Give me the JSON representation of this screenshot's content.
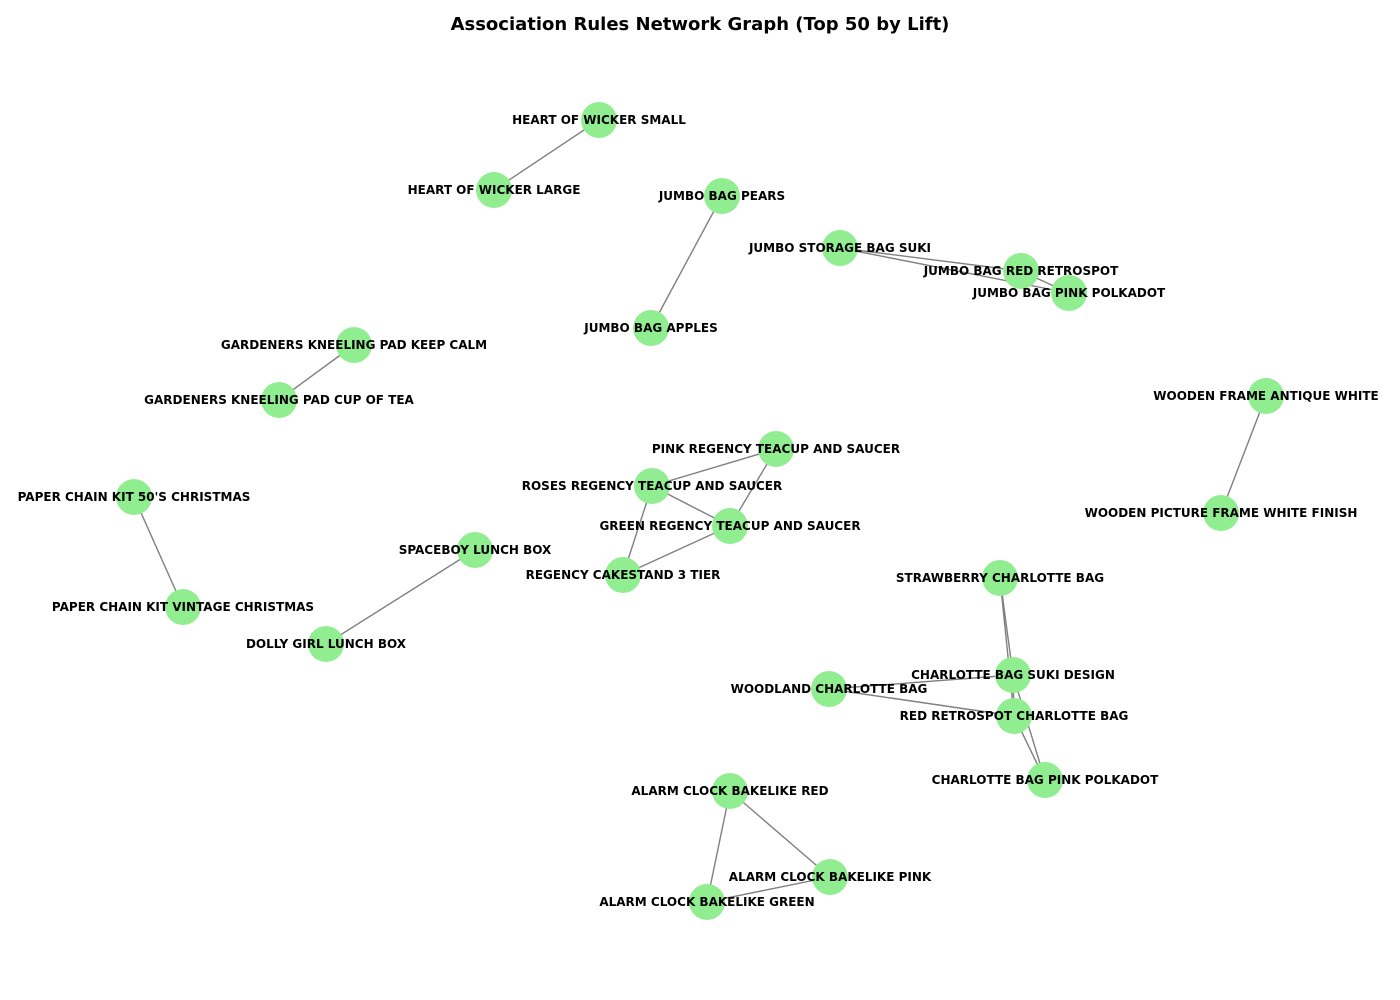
{
  "title": "Association Rules Network Graph (Top 50 by Lift)",
  "colors": {
    "node_fill": "#90ee90",
    "edge": "#7f7f7f",
    "label": "#000000",
    "background": "#ffffff"
  },
  "nodes": [
    {
      "id": "HEART OF WICKER SMALL",
      "label": "HEART OF WICKER SMALL"
    },
    {
      "id": "HEART OF WICKER LARGE",
      "label": "HEART OF WICKER LARGE"
    },
    {
      "id": "JUMBO BAG PEARS",
      "label": "JUMBO BAG PEARS"
    },
    {
      "id": "JUMBO BAG APPLES",
      "label": "JUMBO BAG APPLES"
    },
    {
      "id": "JUMBO STORAGE BAG SUKI",
      "label": "JUMBO STORAGE BAG SUKI"
    },
    {
      "id": "JUMBO BAG RED RETROSPOT",
      "label": "JUMBO BAG RED RETROSPOT"
    },
    {
      "id": "JUMBO BAG PINK POLKADOT",
      "label": "JUMBO BAG PINK POLKADOT"
    },
    {
      "id": "GARDENERS KNEELING PAD KEEP CALM",
      "label": "GARDENERS KNEELING PAD KEEP CALM"
    },
    {
      "id": "GARDENERS KNEELING PAD CUP OF TEA",
      "label": "GARDENERS KNEELING PAD CUP OF TEA"
    },
    {
      "id": "WOODEN FRAME ANTIQUE WHITE",
      "label": "WOODEN FRAME ANTIQUE WHITE"
    },
    {
      "id": "WOODEN PICTURE FRAME WHITE FINISH",
      "label": "WOODEN PICTURE FRAME WHITE FINISH"
    },
    {
      "id": "PINK REGENCY TEACUP AND SAUCER",
      "label": "PINK REGENCY TEACUP AND SAUCER"
    },
    {
      "id": "ROSES REGENCY TEACUP AND SAUCER",
      "label": "ROSES REGENCY TEACUP AND SAUCER"
    },
    {
      "id": "GREEN REGENCY TEACUP AND SAUCER",
      "label": "GREEN REGENCY TEACUP AND SAUCER"
    },
    {
      "id": "REGENCY CAKESTAND 3 TIER",
      "label": "REGENCY CAKESTAND 3 TIER"
    },
    {
      "id": "PAPER CHAIN KIT 50'S CHRISTMAS",
      "label": "PAPER CHAIN KIT 50'S CHRISTMAS"
    },
    {
      "id": "PAPER CHAIN KIT VINTAGE CHRISTMAS",
      "label": "PAPER CHAIN KIT VINTAGE CHRISTMAS"
    },
    {
      "id": "SPACEBOY LUNCH BOX",
      "label": "SPACEBOY LUNCH BOX"
    },
    {
      "id": "DOLLY GIRL LUNCH BOX",
      "label": "DOLLY GIRL LUNCH BOX"
    },
    {
      "id": "STRAWBERRY CHARLOTTE BAG",
      "label": "STRAWBERRY CHARLOTTE BAG"
    },
    {
      "id": "CHARLOTTE BAG SUKI DESIGN",
      "label": "CHARLOTTE BAG SUKI DESIGN"
    },
    {
      "id": "WOODLAND CHARLOTTE BAG",
      "label": "WOODLAND CHARLOTTE BAG"
    },
    {
      "id": "RED RETROSPOT CHARLOTTE BAG",
      "label": "RED RETROSPOT CHARLOTTE BAG"
    },
    {
      "id": "CHARLOTTE BAG PINK POLKADOT",
      "label": "CHARLOTTE BAG PINK POLKADOT"
    },
    {
      "id": "ALARM CLOCK BAKELIKE RED",
      "label": "ALARM CLOCK BAKELIKE RED"
    },
    {
      "id": "ALARM CLOCK BAKELIKE PINK",
      "label": "ALARM CLOCK BAKELIKE PINK"
    },
    {
      "id": "ALARM CLOCK BAKELIKE GREEN",
      "label": "ALARM CLOCK BAKELIKE GREEN"
    }
  ],
  "edges": [
    {
      "from": "HEART OF WICKER LARGE",
      "to": "HEART OF WICKER SMALL"
    },
    {
      "from": "JUMBO BAG APPLES",
      "to": "JUMBO BAG PEARS"
    },
    {
      "from": "JUMBO STORAGE BAG SUKI",
      "to": "JUMBO BAG RED RETROSPOT"
    },
    {
      "from": "JUMBO STORAGE BAG SUKI",
      "to": "JUMBO BAG PINK POLKADOT"
    },
    {
      "from": "JUMBO BAG RED RETROSPOT",
      "to": "JUMBO BAG PINK POLKADOT"
    },
    {
      "from": "GARDENERS KNEELING PAD CUP OF TEA",
      "to": "GARDENERS KNEELING PAD KEEP CALM"
    },
    {
      "from": "WOODEN FRAME ANTIQUE WHITE",
      "to": "WOODEN PICTURE FRAME WHITE FINISH"
    },
    {
      "from": "ROSES REGENCY TEACUP AND SAUCER",
      "to": "PINK REGENCY TEACUP AND SAUCER"
    },
    {
      "from": "ROSES REGENCY TEACUP AND SAUCER",
      "to": "GREEN REGENCY TEACUP AND SAUCER"
    },
    {
      "from": "ROSES REGENCY TEACUP AND SAUCER",
      "to": "REGENCY CAKESTAND 3 TIER"
    },
    {
      "from": "PINK REGENCY TEACUP AND SAUCER",
      "to": "GREEN REGENCY TEACUP AND SAUCER"
    },
    {
      "from": "REGENCY CAKESTAND 3 TIER",
      "to": "GREEN REGENCY TEACUP AND SAUCER"
    },
    {
      "from": "PAPER CHAIN KIT 50'S CHRISTMAS",
      "to": "PAPER CHAIN KIT VINTAGE CHRISTMAS"
    },
    {
      "from": "DOLLY GIRL LUNCH BOX",
      "to": "SPACEBOY LUNCH BOX"
    },
    {
      "from": "STRAWBERRY CHARLOTTE BAG",
      "to": "CHARLOTTE BAG SUKI DESIGN"
    },
    {
      "from": "STRAWBERRY CHARLOTTE BAG",
      "to": "RED RETROSPOT CHARLOTTE BAG"
    },
    {
      "from": "WOODLAND CHARLOTTE BAG",
      "to": "CHARLOTTE BAG SUKI DESIGN"
    },
    {
      "from": "WOODLAND CHARLOTTE BAG",
      "to": "RED RETROSPOT CHARLOTTE BAG"
    },
    {
      "from": "CHARLOTTE BAG SUKI DESIGN",
      "to": "RED RETROSPOT CHARLOTTE BAG"
    },
    {
      "from": "CHARLOTTE BAG SUKI DESIGN",
      "to": "CHARLOTTE BAG PINK POLKADOT"
    },
    {
      "from": "RED RETROSPOT CHARLOTTE BAG",
      "to": "CHARLOTTE BAG PINK POLKADOT"
    },
    {
      "from": "ALARM CLOCK BAKELIKE RED",
      "to": "ALARM CLOCK BAKELIKE PINK"
    },
    {
      "from": "ALARM CLOCK BAKELIKE RED",
      "to": "ALARM CLOCK BAKELIKE GREEN"
    },
    {
      "from": "ALARM CLOCK BAKELIKE GREEN",
      "to": "ALARM CLOCK BAKELIKE PINK"
    }
  ]
}
